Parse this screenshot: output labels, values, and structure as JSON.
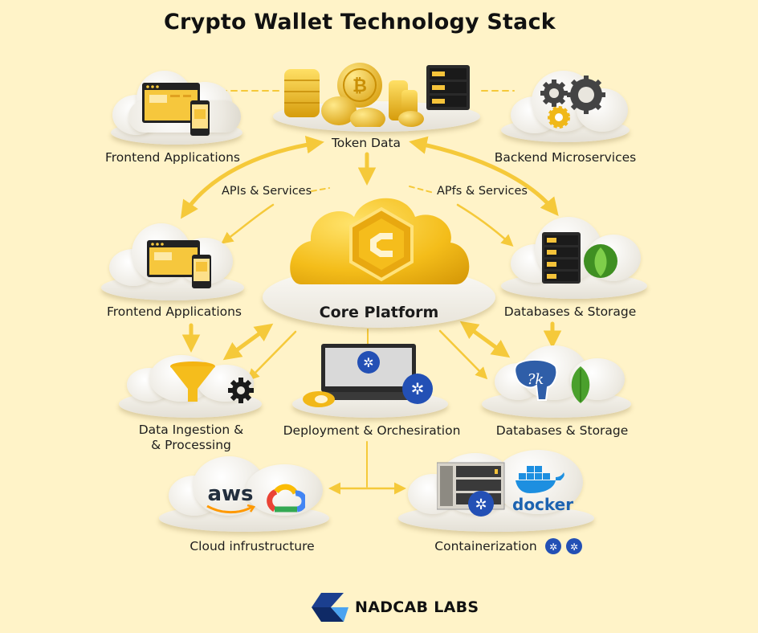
{
  "title": "Crypto Wallet Technology Stack",
  "colors": {
    "background": "#fff3c8",
    "arrow": "#f5c93a",
    "gold": "#f0b819",
    "cloud": "#f2f0ea",
    "kubernetes_blue": "#2350b5",
    "docker_blue": "#1d8fe0",
    "mongo_green": "#4aa02c",
    "postgres_blue": "#2f5ea8",
    "aws_navy": "#232f3e",
    "aws_orange": "#ff9900",
    "brand_dark": "#1b3f8f",
    "brand_light": "#4aa3f0"
  },
  "nodes": {
    "frontend_top": {
      "label": "Frontend Applications",
      "icons": [
        "browser-window-icon",
        "smartphone-icon"
      ]
    },
    "token_data": {
      "label": "Token Data",
      "icons": [
        "coin-stack-icon",
        "bitcoin-coin-icon",
        "server-rack-icon"
      ]
    },
    "backend": {
      "label": "Backend Microservices",
      "icons": [
        "gear-icon",
        "gear-icon",
        "gear-icon"
      ]
    },
    "frontend_mid": {
      "label": "Frontend Applications",
      "icons": [
        "browser-window-icon",
        "smartphone-icon"
      ]
    },
    "core": {
      "label": "Core Platform",
      "icons": [
        "hexagon-c-logo-icon"
      ]
    },
    "databases_mid": {
      "label": "Databases & Storage",
      "icons": [
        "server-rack-icon",
        "mongodb-leaf-icon"
      ]
    },
    "ingestion": {
      "label_line1": "Data Ingestion &",
      "label_line2": "& Processing",
      "icons": [
        "funnel-icon",
        "gear-icon"
      ]
    },
    "deployment": {
      "label": "Deployment & Orchesiration",
      "icons": [
        "laptop-icon",
        "kubernetes-icon",
        "kubernetes-icon"
      ]
    },
    "databases_low": {
      "label": "Databases & Storage",
      "icons": [
        "postgresql-elephant-icon",
        "mongodb-leaf-icon"
      ]
    },
    "cloud_infra": {
      "label": "Cloud infrustructure",
      "logos": {
        "aws": "aws"
      },
      "icons": [
        "aws-logo-icon",
        "google-cloud-icon"
      ]
    },
    "containerization": {
      "label": "Containerization",
      "logos": {
        "docker": "docker"
      },
      "icons": [
        "server-rack-icon",
        "kubernetes-icon",
        "docker-whale-icon",
        "kubernetes-icon",
        "kubernetes-icon"
      ]
    }
  },
  "edge_labels": {
    "left": "APIs & Services",
    "right": "APfs & Services"
  },
  "brand": {
    "name": "NADCAB LABS"
  }
}
